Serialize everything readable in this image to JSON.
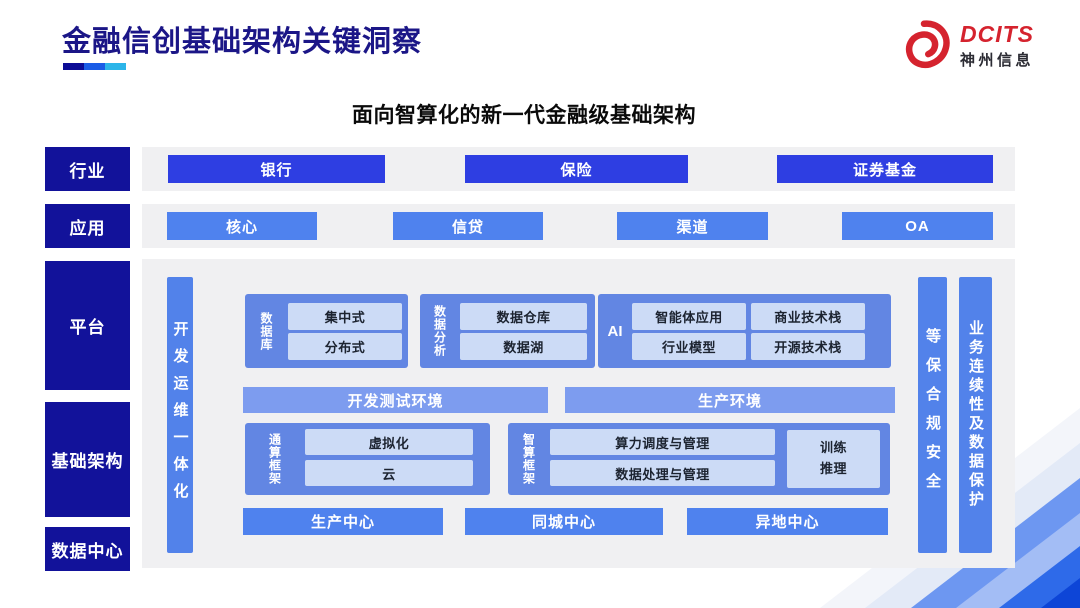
{
  "colors": {
    "title_navy": "#1b1687",
    "deep_navy_label": "#12129a",
    "vivid_blue": "#2e3ee2",
    "medium_blue": "#4f82ee",
    "periwinkle": "#7d9cef",
    "block_blue": "#6286e3",
    "inner_light_blue": "#ccdbf6",
    "vertical_bar_blue": "#5282ea",
    "panel_gray": "#f0f0f2",
    "brand_red": "#d5232e",
    "underline_segments": [
      "#0c0c96",
      "#1a5ce6",
      "#2cb5e9"
    ]
  },
  "header": {
    "title": "金融信创基础架构关键洞察",
    "logo": {
      "icon": "swirl-icon",
      "brand": "DCITS",
      "company": "神州信息"
    }
  },
  "diagram": {
    "subtitle": "面向智算化的新一代金融级基础架构",
    "industry_row": {
      "label": "行业",
      "items": [
        "银行",
        "保险",
        "证券基金"
      ]
    },
    "application_row": {
      "label": "应用",
      "items": [
        "核心",
        "信贷",
        "渠道",
        "OA"
      ]
    },
    "side_labels": [
      "平台",
      "基础架构",
      "数据中心"
    ],
    "devops_bar": "开发运维一体化",
    "security_bar": "等保合规安全",
    "continuity_bar": "业务连续性及数据保护",
    "platform": {
      "database": {
        "label": "数据库",
        "items": [
          "集中式",
          "分布式"
        ]
      },
      "analytics": {
        "label": "数据分析",
        "items": [
          "数据仓库",
          "数据湖"
        ]
      },
      "ai": {
        "label": "AI",
        "items": [
          "智能体应用",
          "商业技术栈",
          "行业模型",
          "开源技术栈"
        ]
      },
      "environments": [
        "开发测试环境",
        "生产环境"
      ]
    },
    "infrastructure": {
      "general_compute": {
        "label": "通算框架",
        "items": [
          "虚拟化",
          "云"
        ]
      },
      "intelligent_compute": {
        "label": "智算框架",
        "items": [
          "算力调度与管理",
          "数据处理与管理"
        ],
        "side": "训练推理"
      }
    },
    "data_centers": [
      "生产中心",
      "同城中心",
      "异地中心"
    ]
  }
}
